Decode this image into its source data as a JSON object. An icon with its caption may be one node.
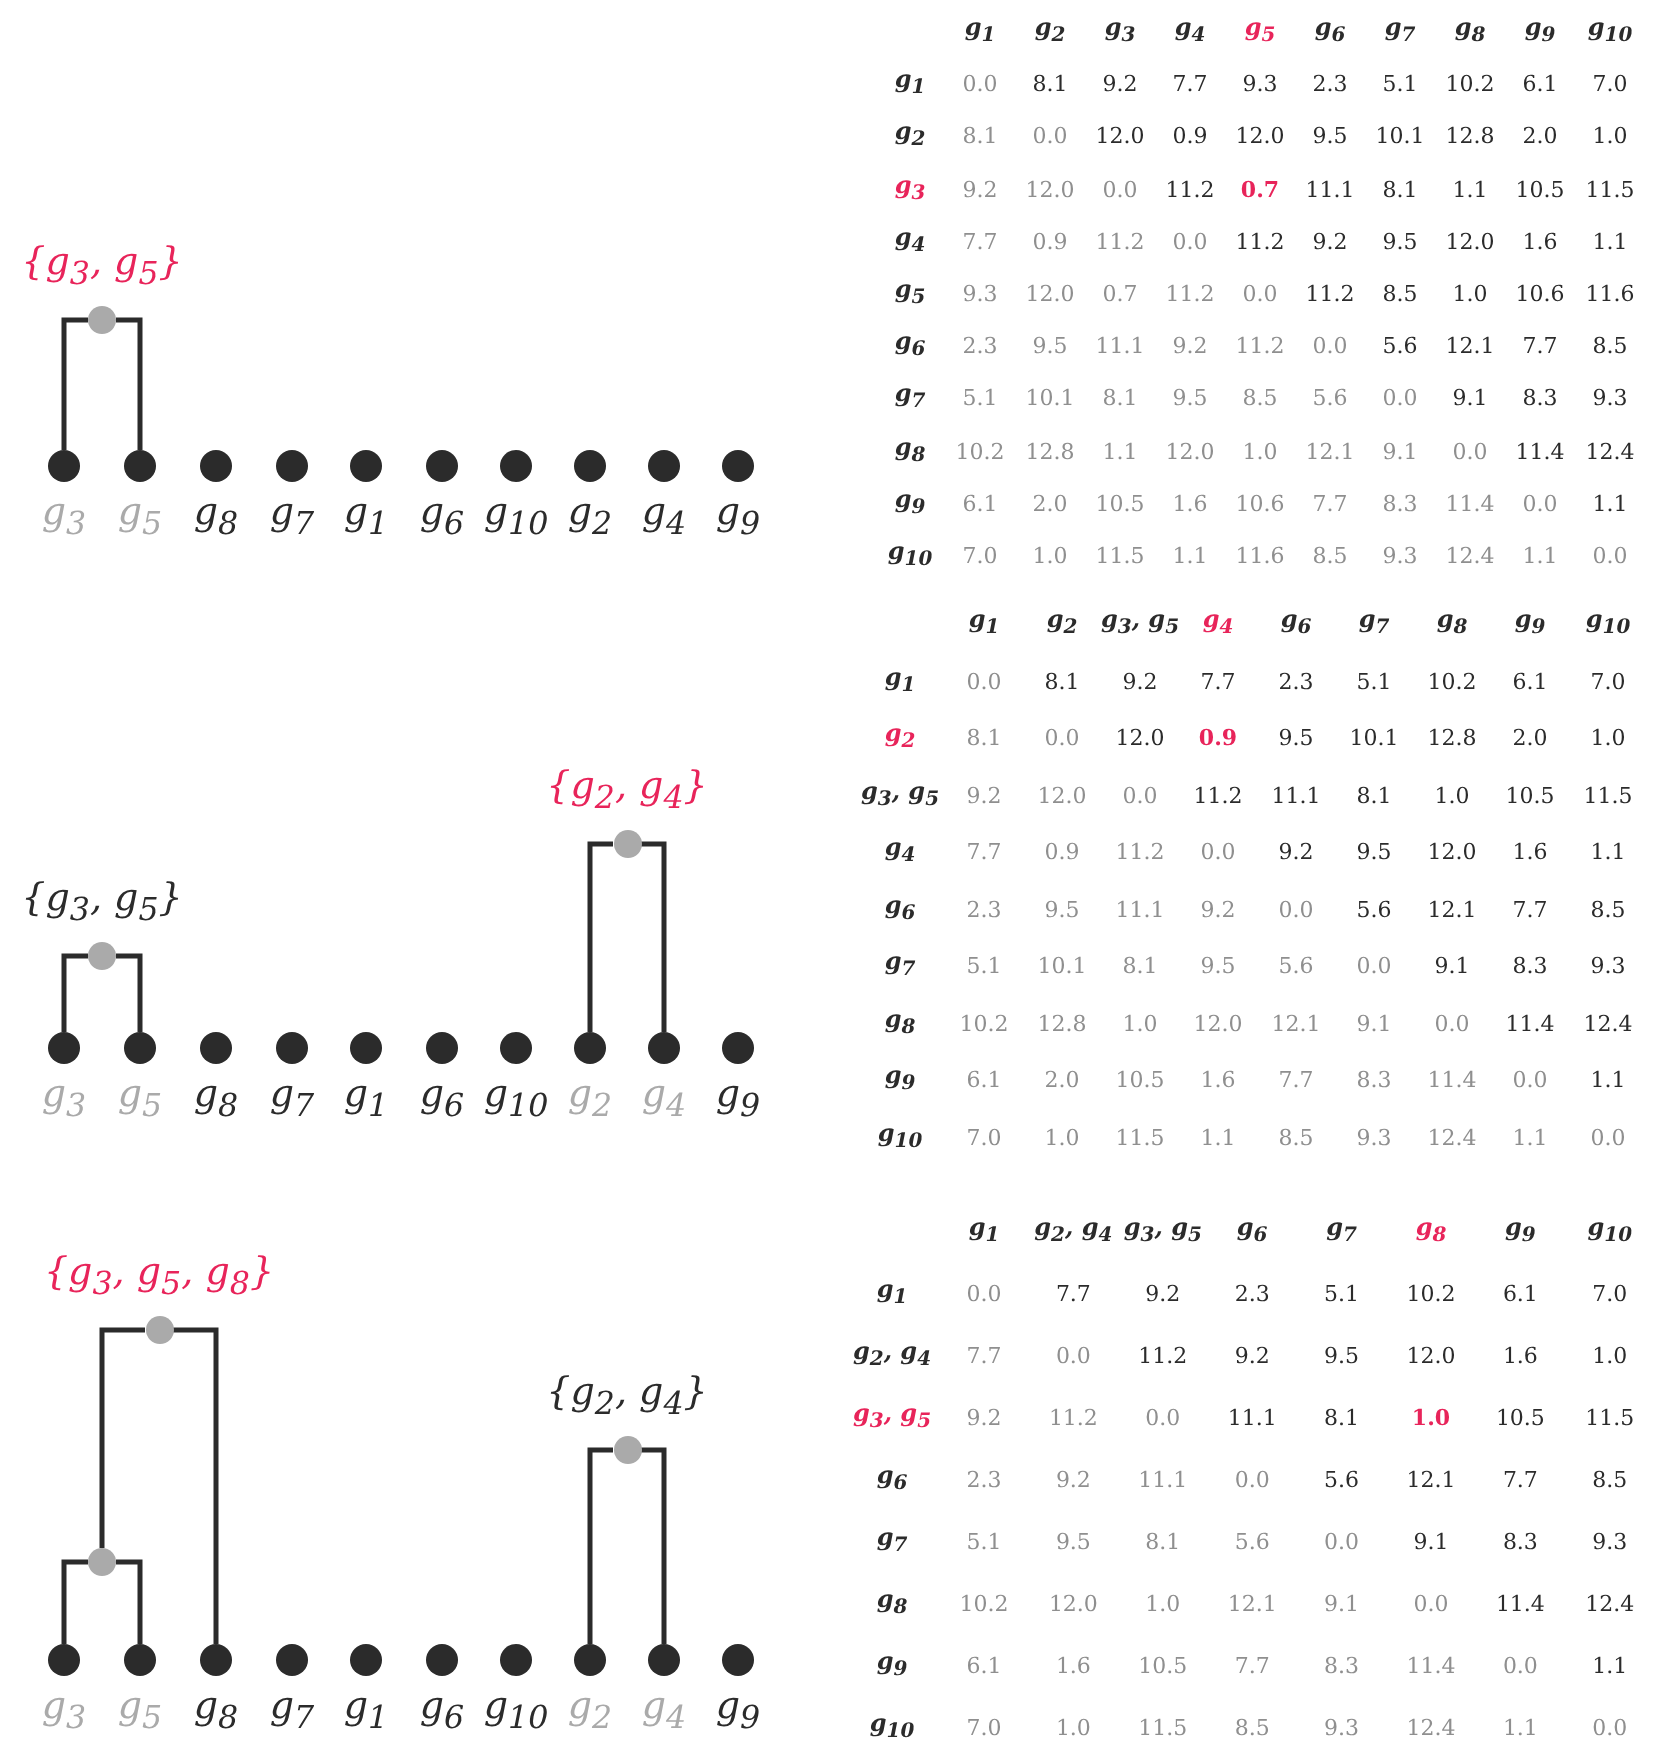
{
  "diagram": {
    "nodes": [
      {
        "text": [],
        "shape": "circle",
        "beside": [
          "g$_{3}$"
        ]
      },
      {
        "text": [],
        "shape": "circle",
        "beside": [
          "g$_{5}$"
        ]
      },
      {
        "text": [],
        "shape": "circle",
        "beside": [
          "g$_{8}$"
        ]
      },
      {
        "text": [],
        "shape": "circle",
        "beside": [
          "g$_{7}$"
        ]
      },
      {
        "text": [],
        "shape": "circle",
        "beside": [
          "g$_{1}$"
        ]
      },
      {
        "text": [],
        "shape": "circle",
        "beside": [
          "g$_{6}$"
        ]
      },
      {
        "text": [],
        "shape": "circle",
        "beside": [
          "g$_{10}$"
        ]
      },
      {
        "text": [],
        "shape": "circle",
        "beside": [
          "g$_{2}$"
        ]
      },
      {
        "text": [],
        "shape": "circle",
        "beside": [
          "g$_{4}$"
        ]
      },
      {
        "text": [],
        "shape": "circle",
        "beside": [
          "g$_{9}$"
        ]
      },
      {
        "text": [],
        "shape": "circle",
        "beside": [
          "{g$_{3}$, g$_{5}$}"
        ]
      },
      {
        "text": [],
        "shape": "circle",
        "beside": [
          "g$_{3}$"
        ]
      },
      {
        "text": [],
        "shape": "circle",
        "beside": [
          "g$_{5}$"
        ]
      },
      {
        "text": [],
        "shape": "circle",
        "beside": [
          "g$_{8}$"
        ]
      },
      {
        "text": [],
        "shape": "circle",
        "beside": [
          "g$_{7}$"
        ]
      },
      {
        "text": [],
        "shape": "circle",
        "beside": [
          "g$_{1}$"
        ]
      },
      {
        "text": [],
        "shape": "circle",
        "beside": [
          "g$_{6}$"
        ]
      },
      {
        "text": [],
        "shape": "circle",
        "beside": [
          "g$_{10}$"
        ]
      },
      {
        "text": [],
        "shape": "circle",
        "beside": [
          "g$_{2}$"
        ]
      },
      {
        "text": [],
        "shape": "circle",
        "beside": [
          "g$_{4}$"
        ]
      },
      {
        "text": [],
        "shape": "circle",
        "beside": [
          "g$_{9}$"
        ]
      },
      {
        "text": [],
        "shape": "circle",
        "beside": [
          "{g$_{3}$, g$_{5}$}"
        ]
      },
      {
        "text": [],
        "shape": "circle",
        "beside": [
          "{g$_{2}$, g$_{4}$}"
        ]
      },
      {
        "text": [],
        "shape": "circle",
        "beside": [
          "g$_{3}$"
        ]
      },
      {
        "text": [],
        "shape": "circle",
        "beside": [
          "g$_{5}$"
        ]
      },
      {
        "text": [],
        "shape": "circle",
        "beside": [
          "g$_{8}$"
        ]
      },
      {
        "text": [],
        "shape": "circle",
        "beside": [
          "g$_{7}$"
        ]
      },
      {
        "text": [],
        "shape": "circle",
        "beside": [
          "g$_{1}$"
        ]
      },
      {
        "text": [],
        "shape": "circle",
        "beside": [
          "g$_{6}$"
        ]
      },
      {
        "text": [],
        "shape": "circle",
        "beside": [
          "g$_{10}$"
        ]
      },
      {
        "text": [],
        "shape": "circle",
        "beside": [
          "g$_{2}$"
        ]
      },
      {
        "text": [],
        "shape": "circle",
        "beside": [
          "g$_{4}$"
        ]
      },
      {
        "text": [],
        "shape": "circle",
        "beside": [
          "g$_{9}$"
        ]
      },
      {
        "text": [],
        "shape": "circle"
      },
      {
        "text": [],
        "shape": "circle",
        "beside": [
          "{g$_{3}$, g$_{5}$, g$_{8}$}"
        ]
      },
      {
        "text": [],
        "shape": "circle",
        "beside": [
          "{g$_{2}$, g$_{4}$}"
        ]
      }
    ],
    "edges": [
      {
        "from": 0,
        "to": 10,
        "arrow": "none"
      },
      {
        "from": 1,
        "to": 10,
        "arrow": "none"
      },
      {
        "from": 11,
        "to": 21,
        "arrow": "none"
      },
      {
        "from": 12,
        "to": 21,
        "arrow": "none"
      },
      {
        "from": 18,
        "to": 22,
        "arrow": "none"
      },
      {
        "from": 19,
        "to": 22,
        "arrow": "none"
      },
      {
        "from": 23,
        "to": 33,
        "arrow": "none"
      },
      {
        "from": 24,
        "to": 33,
        "arrow": "none"
      },
      {
        "from": 33,
        "to": 34,
        "arrow": "none"
      },
      {
        "from": 25,
        "to": 34,
        "arrow": "none"
      },
      {
        "from": 30,
        "to": 35,
        "arrow": "none"
      },
      {
        "from": 31,
        "to": 35,
        "arrow": "none"
      }
    ],
    "labels": [
      "g$_{1}$",
      "g$_{2}$",
      "g$_{3}$",
      "g$_{4}$",
      "g$_{5}$",
      "g$_{6}$",
      "g$_{7}$",
      "g$_{8}$",
      "g$_{9}$",
      "g$_{10}$",
      "g$_{1}$",
      "0.0",
      "8.1",
      "9.2",
      "7.7",
      "9.3",
      "2.3",
      "5.1",
      "10.2",
      "6.1",
      "7.0",
      "g$_{2}$",
      "8.1",
      "0.0",
      "12.0",
      "0.9",
      "12.0",
      "9.5",
      "10.1",
      "12.8",
      "2.0",
      "1.0",
      "g$_{3}$",
      "9.2",
      "12.0",
      "0.0",
      "11.2",
      "0.7",
      "11.1",
      "8.1",
      "1.1",
      "10.5",
      "11.5",
      "g$_{4}$",
      "7.7",
      "0.9",
      "11.2",
      "0.0",
      "11.2",
      "9.2",
      "9.5",
      "12.0",
      "1.6",
      "1.1",
      "g$_{5}$",
      "9.3",
      "12.0",
      "0.7",
      "11.2",
      "0.0",
      "11.2",
      "8.5",
      "1.0",
      "10.6",
      "11.6",
      "g$_{6}$",
      "2.3",
      "9.5",
      "11.1",
      "9.2",
      "11.2",
      "0.0",
      "5.6",
      "12.1",
      "7.7",
      "8.5",
      "g$_{7}$",
      "5.1",
      "10.1",
      "8.1",
      "9.5",
      "8.5",
      "5.6",
      "0.0",
      "9.1",
      "8.3",
      "9.3",
      "g$_{8}$",
      "10.2",
      "12.8",
      "1.1",
      "12.0",
      "1.0",
      "12.1",
      "9.1",
      "0.0",
      "11.4",
      "12.4",
      "g$_{9}$",
      "6.1",
      "2.0",
      "10.5",
      "1.6",
      "10.6",
      "7.7",
      "8.3",
      "11.4",
      "0.0",
      "1.1",
      "g$_{10}$",
      "7.0",
      "1.0",
      "11.5",
      "1.1",
      "11.6",
      "8.5",
      "9.3",
      "12.4",
      "1.1",
      "0.0",
      "g$_{1}$",
      "g$_{2}$",
      "g$_{3}$, g$_{5}$",
      "g$_{4}$",
      "g$_{6}$",
      "g$_{7}$",
      "g$_{8}$",
      "g$_{9}$",
      "g$_{10}$",
      "g$_{1}$",
      "0.0",
      "8.1",
      "9.2",
      "7.7",
      "2.3",
      "5.1",
      "10.2",
      "6.1",
      "7.0",
      "g$_{2}$",
      "8.1",
      "0.0",
      "12.0",
      "0.9",
      "9.5",
      "10.1",
      "12.8",
      "2.0",
      "1.0",
      "g$_{3}$, g$_{5}$",
      "9.2",
      "12.0",
      "0.0",
      "11.2",
      "11.1",
      "8.1",
      "1.0",
      "10.5",
      "11.5",
      "g$_{4}$",
      "7.7",
      "0.9",
      "11.2",
      "0.0",
      "9.2",
      "9.5",
      "12.0",
      "1.6",
      "1.1",
      "g$_{6}$",
      "2.3",
      "9.5",
      "11.1",
      "9.2",
      "0.0",
      "5.6",
      "12.1",
      "7.7",
      "8.5",
      "g$_{7}$",
      "5.1",
      "10.1",
      "8.1",
      "9.5",
      "5.6",
      "0.0",
      "9.1",
      "8.3",
      "9.3",
      "g$_{8}$",
      "10.2",
      "12.8",
      "1.0",
      "12.0",
      "12.1",
      "9.1",
      "0.0",
      "11.4",
      "12.4",
      "g$_{9}$",
      "6.1",
      "2.0",
      "10.5",
      "1.6",
      "7.7",
      "8.3",
      "11.4",
      "0.0",
      "1.1",
      "g$_{10}$",
      "7.0",
      "1.0",
      "11.5",
      "1.1",
      "8.5",
      "9.3",
      "12.4",
      "1.1",
      "0.0",
      "g$_{1}$",
      "g$_{2}$, g$_{4}$",
      "g$_{3}$, g$_{5}$",
      "g$_{6}$",
      "g$_{7}$",
      "g$_{8}$",
      "g$_{9}$",
      "g$_{10}$",
      "g$_{1}$",
      "0.0",
      "7.7",
      "9.2",
      "2.3",
      "5.1",
      "10.2",
      "6.1",
      "7.0",
      "g$_{2}$, g$_{4}$",
      "7.7",
      "0.0",
      "11.2",
      "9.2",
      "9.5",
      "12.0",
      "1.6",
      "1.0",
      "g$_{3}$, g$_{5}$",
      "9.2",
      "11.2",
      "0.0",
      "11.1",
      "8.1",
      "1.0",
      "10.5",
      "11.5",
      "g$_{6}$",
      "2.3",
      "9.2",
      "11.1",
      "0.0",
      "5.6",
      "12.1",
      "7.7",
      "8.5",
      "g$_{7}$",
      "5.1",
      "9.5",
      "8.1",
      "5.6",
      "0.0",
      "9.1",
      "8.3",
      "9.3",
      "g$_{8}$",
      "10.2",
      "12.0",
      "1.0",
      "12.1",
      "9.1",
      "0.0",
      "11.4",
      "12.4",
      "g$_{9}$",
      "6.1",
      "1.6",
      "10.5",
      "7.7",
      "8.3",
      "11.4",
      "0.0",
      "1.1",
      "g$_{10}$",
      "7.0",
      "1.0",
      "11.5",
      "8.5",
      "9.3",
      "12.4",
      "1.1",
      "0.0"
    ]
  }
}
